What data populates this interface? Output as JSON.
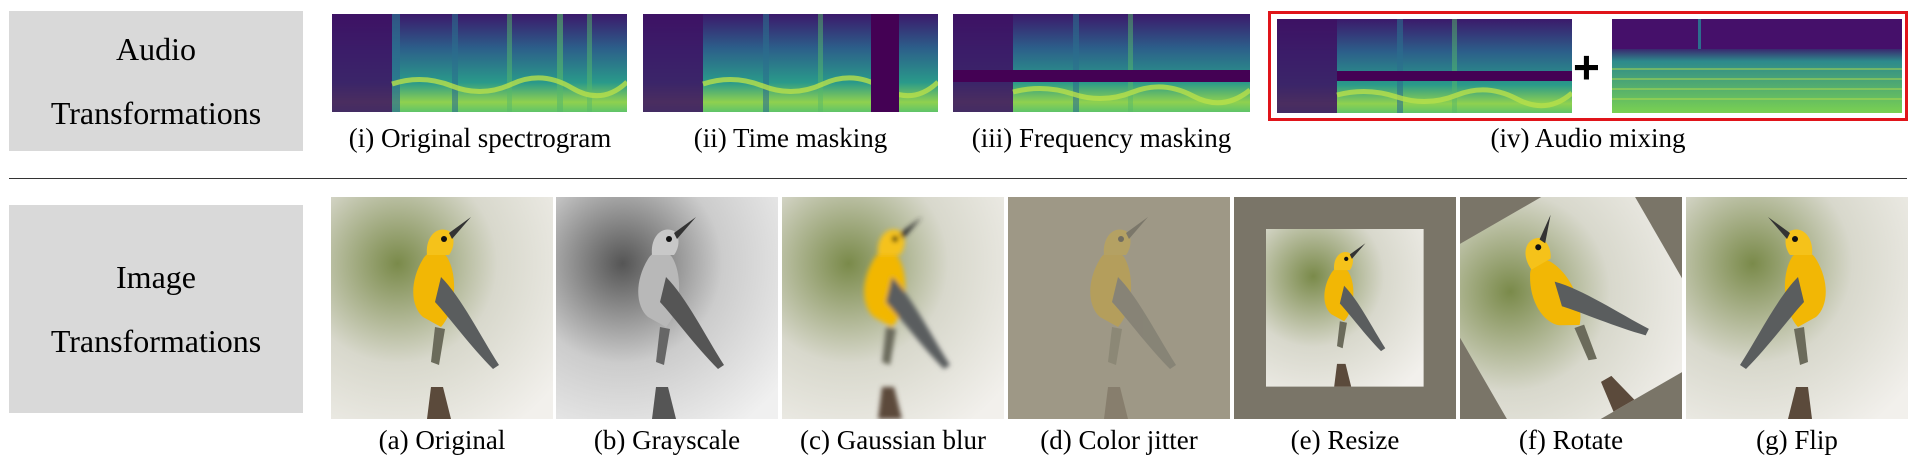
{
  "audio_label": {
    "line1": "Audio",
    "line2": "Transformations"
  },
  "image_label": {
    "line1": "Image",
    "line2": "Transformations"
  },
  "audio_captions": [
    "(i) Original spectrogram",
    "(ii)  Time masking",
    "(iii)  Frequency masking",
    "(iv)  Audio mixing"
  ],
  "mix_symbol": "+",
  "image_captions": [
    "(a) Original",
    "(b) Grayscale",
    "(c) Gaussian blur",
    "(d) Color jitter",
    "(e) Resize",
    "(f) Rotate",
    "(g) Flip"
  ],
  "colors": {
    "label_bg": "#d9d9d9",
    "spectrogram_dark": "#440154",
    "spectrogram_mid": "#2a788e",
    "spectrogram_bright": "#7ad151",
    "highlight_box": "#e0141a",
    "bird_body": "#f2b705",
    "bird_wing": "#5a5d5e"
  }
}
